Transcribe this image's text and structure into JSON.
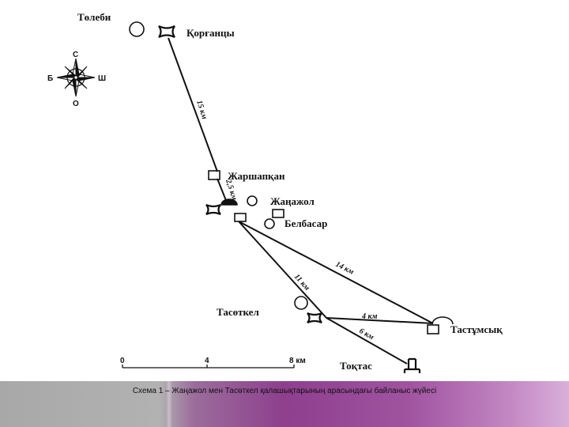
{
  "places": {
    "tolebi": "Төлеби",
    "korgantsy": "Қорғанцы",
    "zharshapkan": "Жаршапқан",
    "zhanazhol": "Жаңажол",
    "belbasar": "Белбасар",
    "tasotkel": "Тасөткел",
    "tastumsyk": "Тастұмсық",
    "toktas": "Тоқтас"
  },
  "distances": {
    "korgantsy_zharshapkan": "15 км",
    "zharshapkan_zhanazhol": "2,5 км",
    "zhanazhol_tastumsyk": "14 км",
    "zhanazhol_tasotkel": "11 км",
    "tasotkel_tastumsyk": "4 км",
    "tasotkel_toktas": "6 км"
  },
  "compass": {
    "north": "С",
    "south": "О",
    "west": "Б",
    "east": "Ш"
  },
  "scale": {
    "ticks": [
      "0",
      "4",
      "8 км"
    ]
  },
  "caption": "Схема 1 – Жаңажол мен Тасөткел қалашықтарының арасындағы байланыс жүйесі",
  "colors": {
    "band_left": "#a8a8a8",
    "band_mid": "#8e3f8e",
    "band_right": "#d9b0d9",
    "ink": "#111111"
  }
}
